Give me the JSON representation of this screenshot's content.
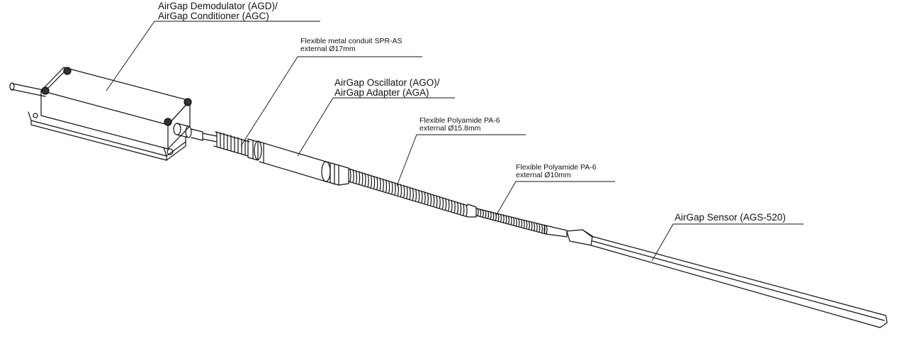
{
  "labels": {
    "agd": {
      "line1": "AirGap Demodulator (AGD)/",
      "line2": "AirGap Conditioner (AGC)"
    },
    "conduit": {
      "line1": "Flexible metal conduit SPR-AS",
      "line2": "external Ø17mm"
    },
    "ago": {
      "line1": "AirGap Oscillator (AGO)/",
      "line2": "AirGap Adapter (AGA)"
    },
    "pa6_large": {
      "line1": "Flexible Polyamide PA-6",
      "line2": "external Ø15.8mm"
    },
    "pa6_small": {
      "line1": "Flexible Polyamide PA-6",
      "line2": "external Ø10mm"
    },
    "sensor": {
      "line1": "AirGap Sensor (AGS-520)"
    }
  }
}
